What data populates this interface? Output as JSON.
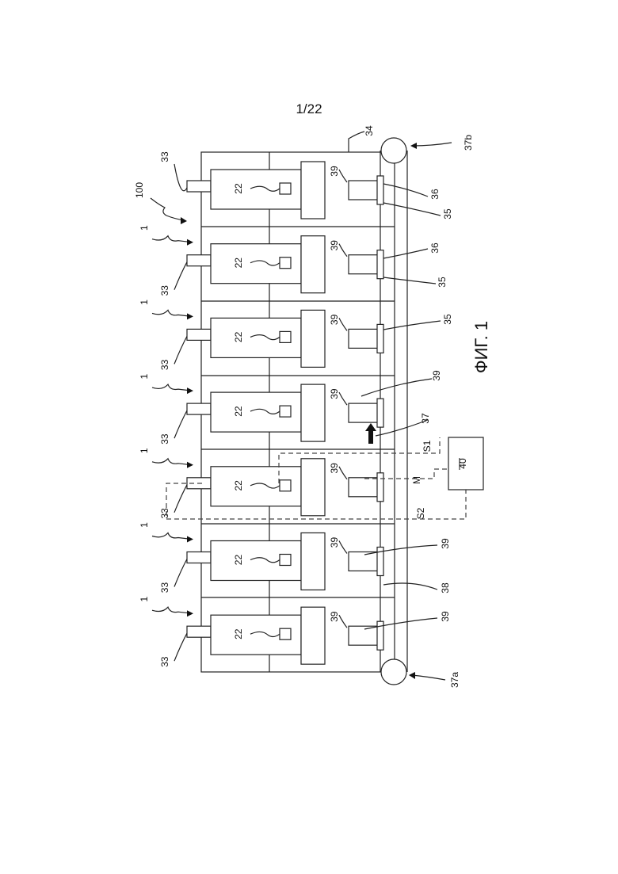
{
  "page_number": "1/22",
  "caption": "ФИГ. 1",
  "labels": {
    "system": "100",
    "module": "1",
    "support": "33",
    "sensor": "22",
    "frame": "34",
    "base": "35",
    "pad": "36",
    "arrow": "37",
    "roller_bottom": "37a",
    "roller_top": "37b",
    "belt": "38",
    "product": "39",
    "controller": "40",
    "signal_1": "S1",
    "signal_2": "S2",
    "signal_m": "M"
  },
  "modules": [
    {
      "id": "module-1",
      "labels": [
        "33",
        "22",
        "39",
        "35",
        "36"
      ]
    },
    {
      "id": "module-2",
      "labels": [
        "1",
        "33",
        "22",
        "39",
        "36",
        "35"
      ]
    },
    {
      "id": "module-3",
      "labels": [
        "1",
        "33",
        "22",
        "39",
        "35"
      ]
    },
    {
      "id": "module-4",
      "labels": [
        "1",
        "33",
        "22",
        "39",
        "37"
      ]
    },
    {
      "id": "module-5",
      "labels": [
        "1",
        "33",
        "22",
        "39"
      ]
    },
    {
      "id": "module-6",
      "labels": [
        "1",
        "33",
        "22",
        "39"
      ]
    },
    {
      "id": "module-7",
      "labels": [
        "1",
        "33",
        "22",
        "39"
      ]
    }
  ]
}
